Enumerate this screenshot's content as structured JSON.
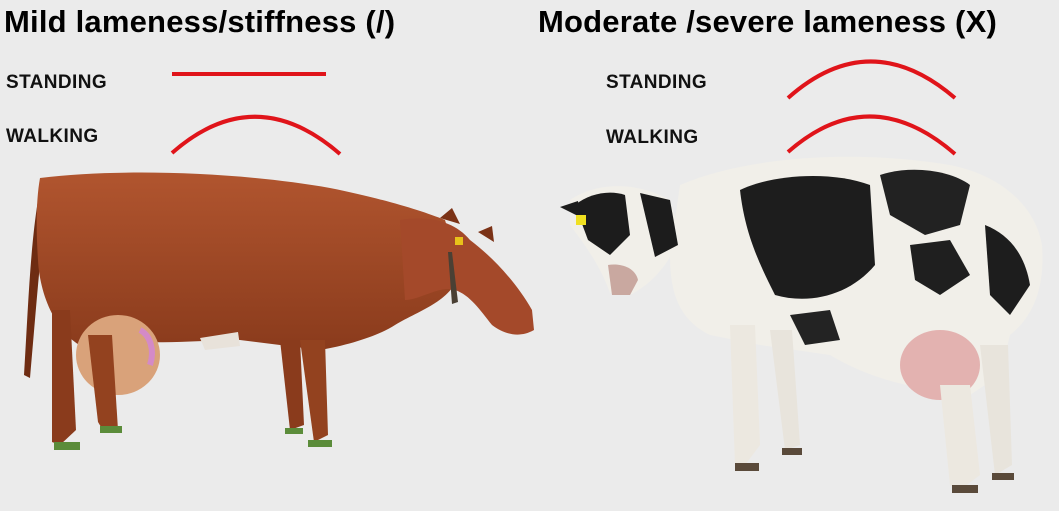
{
  "colors": {
    "background": "#ebebeb",
    "line": "#e0141a"
  },
  "panels": [
    {
      "title": "Mild lameness/stiffness (/)",
      "standing_label": "STANDING",
      "walking_label": "WALKING",
      "standing_back": "flat",
      "walking_back": "arched",
      "cow": "red-brown-cow"
    },
    {
      "title": "Moderate /severe lameness (X)",
      "standing_label": "STANDING",
      "walking_label": "WALKING",
      "standing_back": "arched",
      "walking_back": "arched",
      "cow": "black-white-holstein-cow"
    }
  ]
}
